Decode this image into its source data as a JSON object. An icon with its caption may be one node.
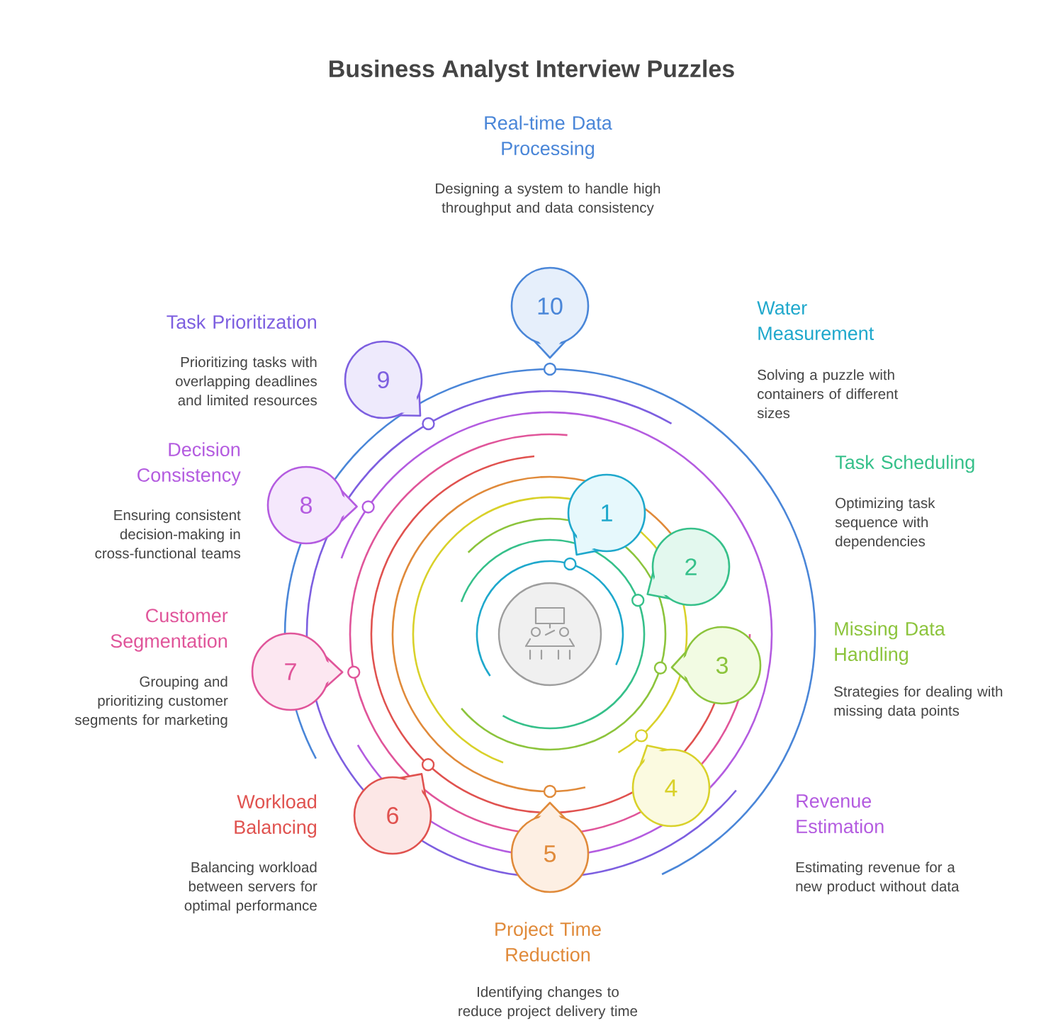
{
  "diagram": {
    "title": "Business Analyst Interview Puzzles",
    "nodes": [
      {
        "text": [
          "1"
        ],
        "beside": [
          "Water Measurement",
          "Solving a puzzle with containers of different sizes"
        ]
      },
      {
        "text": [
          "2"
        ],
        "beside": [
          "Task Scheduling",
          "Optimizing task sequence with dependencies"
        ]
      },
      {
        "text": [
          "3"
        ],
        "beside": [
          "Missing Data Handling",
          "Strategies for dealing with missing data points"
        ]
      },
      {
        "text": [
          "4"
        ],
        "beside": [
          "Revenue Estimation",
          "Estimating revenue for a new product without data"
        ]
      },
      {
        "text": [
          "5"
        ],
        "beside": [
          "Project Time Reduction",
          "Identifying changes to reduce project delivery time"
        ]
      },
      {
        "text": [
          "6"
        ],
        "beside": [
          "Workload Balancing",
          "Balancing workload between servers for optimal performance"
        ]
      },
      {
        "text": [
          "7"
        ],
        "beside": [
          "Customer Segmentation",
          "Grouping and prioritizing customer segments for marketing"
        ]
      },
      {
        "text": [
          "8"
        ],
        "beside": [
          "Decision Consistency",
          "Ensuring consistent decision-making in cross-functional teams"
        ]
      },
      {
        "text": [
          "9"
        ],
        "beside": [
          "Task Prioritization",
          "Prioritizing tasks with overlapping deadlines and limited resources"
        ]
      },
      {
        "text": [
          "10"
        ],
        "beside": [
          "Real-time Data Processing",
          "Designing a system to handle high throughput and data consistency"
        ]
      },
      {
        "text": [],
        "shape": "circle"
      }
    ]
  }
}
